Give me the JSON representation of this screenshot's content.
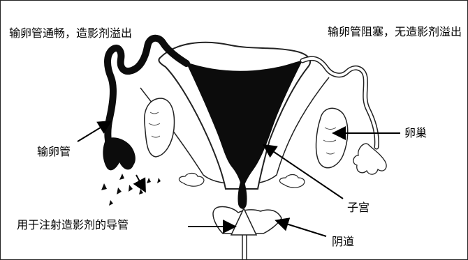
{
  "labels": {
    "tube_patent": "输卵管通畅，造影剂溢出",
    "tube_blocked": "输卵管阻塞，无造影剂溢出",
    "fallopian_tube": "输卵管",
    "ovary": "卵巢",
    "uterus": "子宫",
    "catheter": "用于注射造影剂的导管",
    "vagina": "阴道"
  }
}
